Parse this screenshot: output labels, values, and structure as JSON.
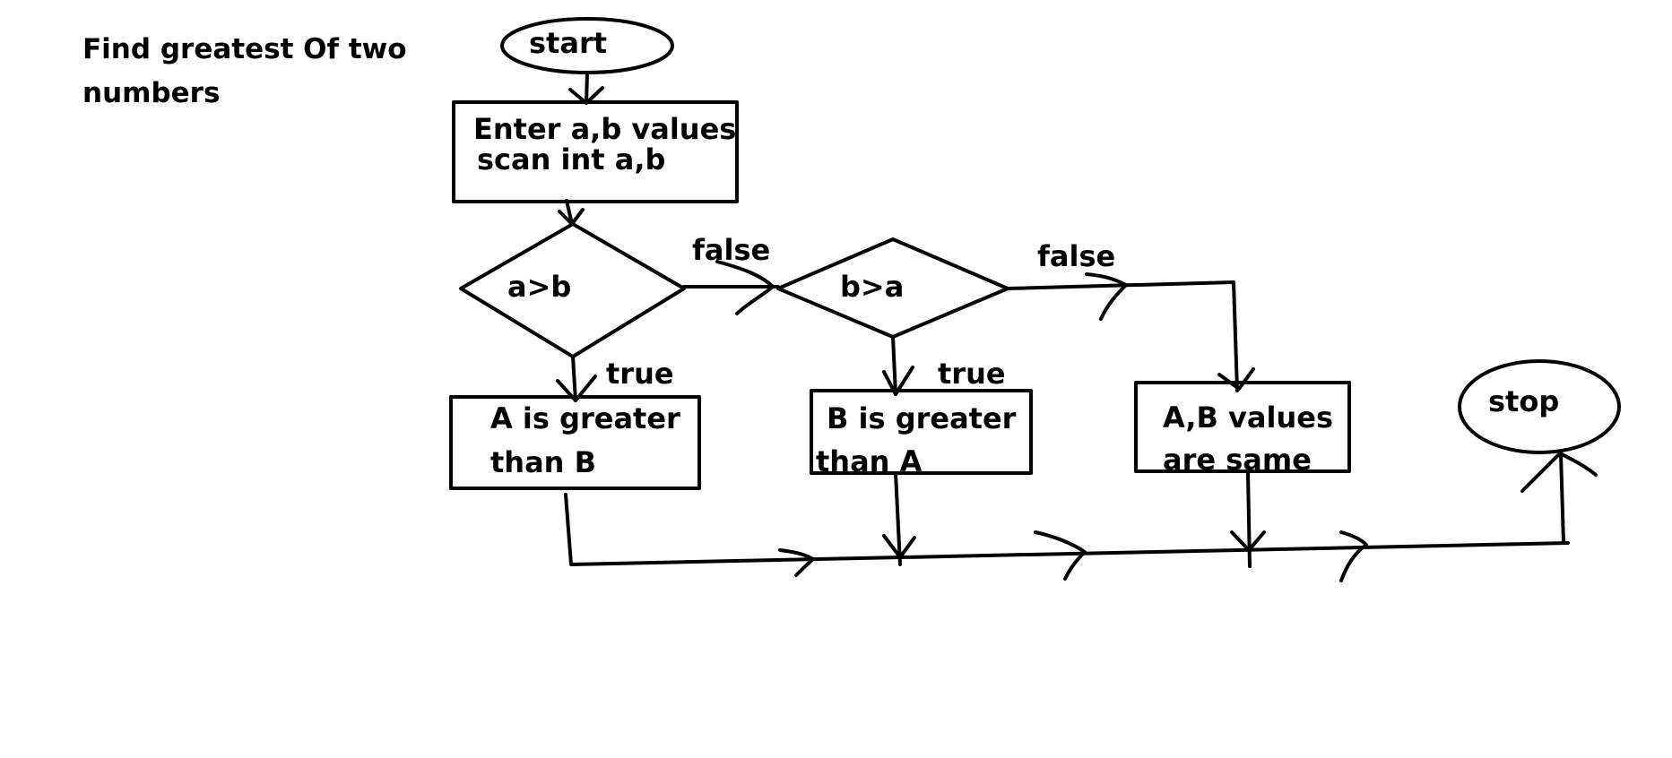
{
  "title": {
    "line1": "Find greatest Of two",
    "line2": "numbers"
  },
  "nodes": {
    "start": "start",
    "input_line1": "Enter a,b values",
    "input_line2": "scan int a,b",
    "decision1": "a>b",
    "decision2": "b>a",
    "result_a_line1": "A is greater",
    "result_a_line2": "than B",
    "result_b_line1": "B is greater",
    "result_b_line2": "than A",
    "result_same_line1": "A,B values",
    "result_same_line2": "are  same",
    "stop": "stop"
  },
  "edges": {
    "d1_false": "false",
    "d2_false": "false",
    "d1_true": "true",
    "d2_true": "true"
  }
}
